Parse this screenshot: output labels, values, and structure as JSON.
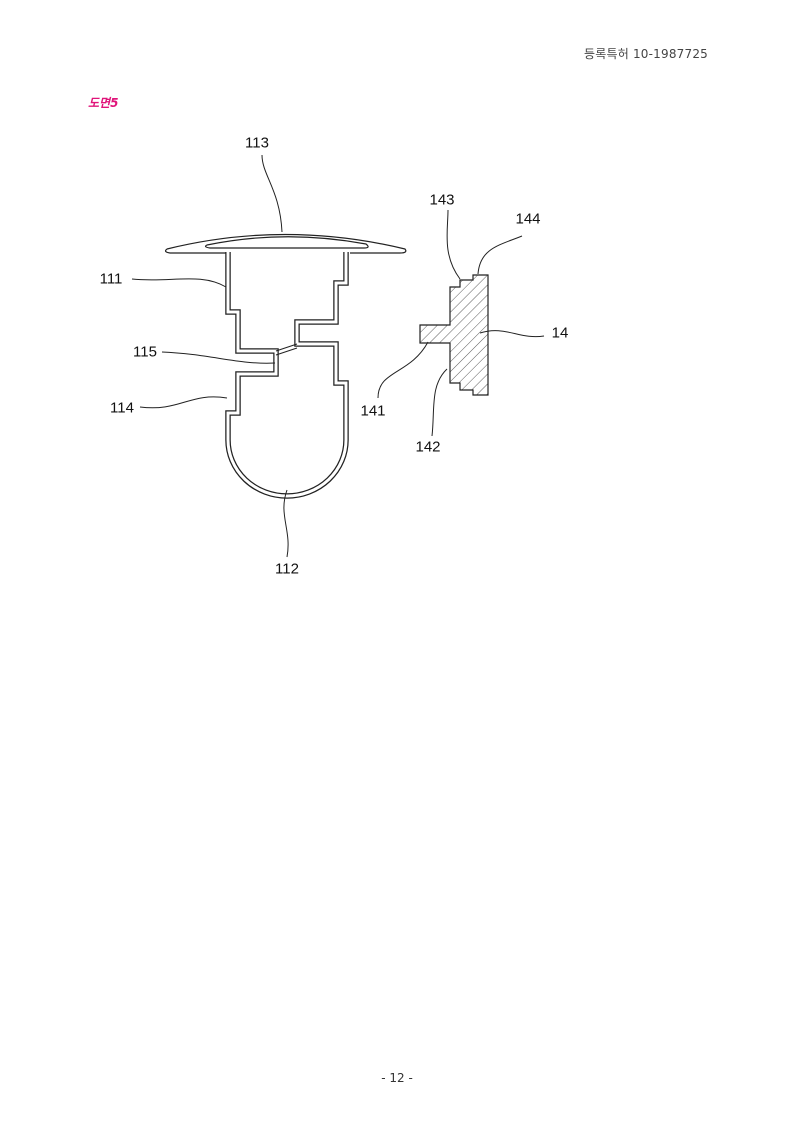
{
  "header": {
    "patent_number": "등록특허 10-1987725"
  },
  "figure": {
    "title": "도면5",
    "labels": {
      "l113": "113",
      "l111": "111",
      "l115": "115",
      "l114": "114",
      "l112": "112",
      "l143": "143",
      "l144": "144",
      "l14": "14",
      "l141": "141",
      "l142": "142"
    }
  },
  "footer": {
    "page": "- 12 -"
  }
}
